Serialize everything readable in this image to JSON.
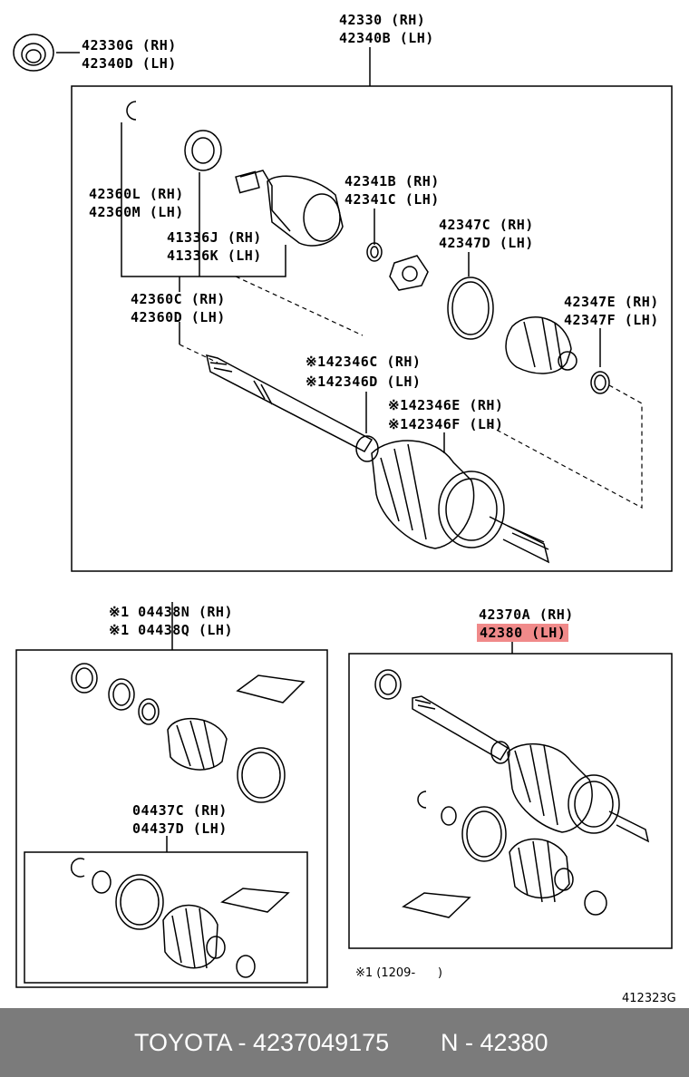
{
  "labels": {
    "top_part_rh": "42330 (RH)",
    "top_part_lh": "42340B (LH)",
    "side_part_rh": "42330G (RH)",
    "side_part_lh": "42340D (LH)",
    "snap_ring_rh": "42360L (RH)",
    "snap_ring_lh": "42360M (LH)",
    "seal_rh": "41336J (RH)",
    "seal_lh": "41336K (LH)",
    "inner_joint_rh": "42360C (RH)",
    "inner_joint_lh": "42360D (LH)",
    "spider_rh": "42341B (RH)",
    "spider_lh": "42341C (LH)",
    "boot_clamp_rh": "42347C (RH)",
    "boot_clamp_lh": "42347D (LH)",
    "small_clamp_rh": "42347E (RH)",
    "small_clamp_lh": "42347F (LH)",
    "shaft_boot_rh": "※142346C (RH)",
    "shaft_boot_lh": "※142346D (LH)",
    "outer_boot_rh": "※142346E (RH)",
    "outer_boot_lh": "※142346F (LH)",
    "boot_kit_rh": "※1 04438N (RH)",
    "boot_kit_lh": "※1 04438Q (LH)",
    "inner_kit_rh": "04437C (RH)",
    "inner_kit_lh": "04437D (LH)",
    "shaft_assy_rh": "42370A (RH)",
    "shaft_assy_lh": "42380 (LH)"
  },
  "note": "※1 (1209-      )",
  "diagram_code": "412323G",
  "footer": {
    "brand_part": "TOYOTA - 4237049175",
    "ref": "N - 42380"
  },
  "highlight_color": "#f08a8a"
}
